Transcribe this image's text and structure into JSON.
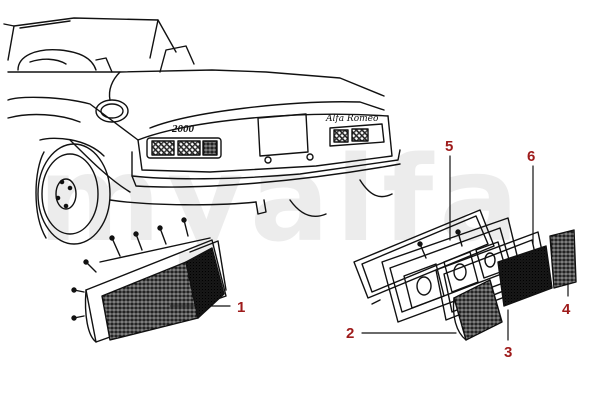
{
  "watermark": {
    "text": "myalfa"
  },
  "car_badges": {
    "model": "2000",
    "script": "Alfa Romeo"
  },
  "callouts": [
    {
      "id": "1",
      "label": "1"
    },
    {
      "id": "2",
      "label": "2"
    },
    {
      "id": "3",
      "label": "3"
    },
    {
      "id": "4",
      "label": "4"
    },
    {
      "id": "5",
      "label": "5"
    },
    {
      "id": "6",
      "label": "6"
    }
  ],
  "colors": {
    "callout": "#9e1b1b",
    "line": "#111111",
    "watermark": "#d9d9d9"
  }
}
